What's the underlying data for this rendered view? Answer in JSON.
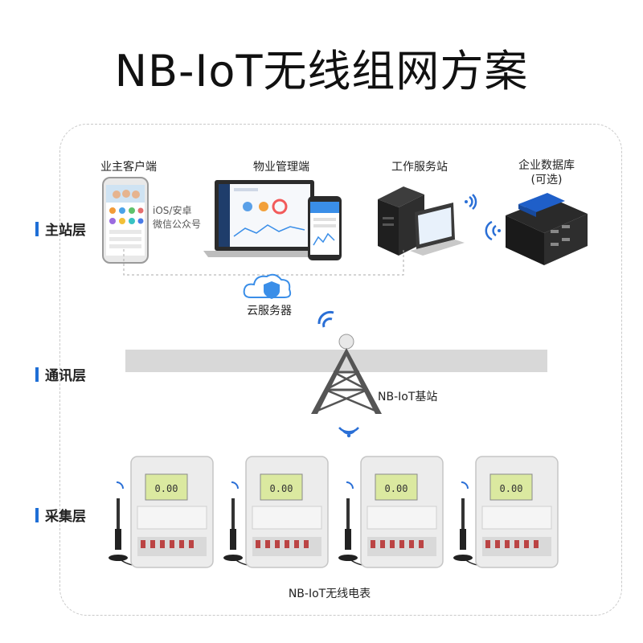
{
  "title": "NB-IoT无线组网方案",
  "layers": {
    "master": "主站层",
    "comm": "通讯层",
    "collect": "采集层"
  },
  "nodes": {
    "owner_client": "业主客户端",
    "owner_client_note_1": "iOS/安卓",
    "owner_client_note_2": "微信公众号",
    "property_mgmt": "物业管理端",
    "work_station": "工作服务站",
    "enterprise_db_1": "企业数据库",
    "enterprise_db_2": "(可选)",
    "cloud_server": "云服务器",
    "base_station": "NB-IoT基站",
    "meters": "NB-IoT无线电表"
  },
  "meter_count": 4,
  "colors": {
    "accent": "#1f6fd6",
    "wifi": "#2a6fd6",
    "tower": "#555555",
    "band": "#d8d8d8"
  }
}
